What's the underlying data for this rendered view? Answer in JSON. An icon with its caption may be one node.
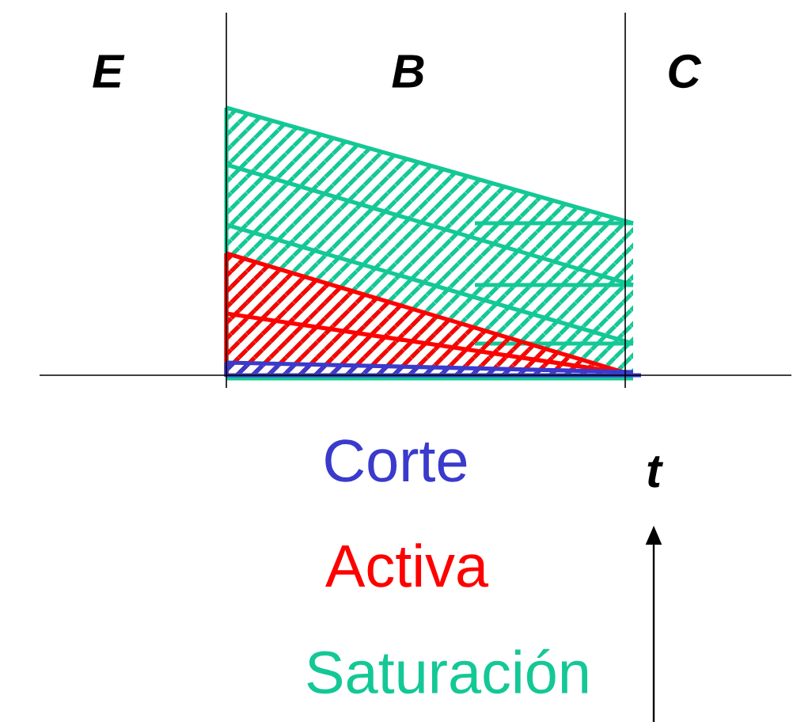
{
  "diagram": {
    "labels": [
      "E",
      "B",
      "C",
      "t"
    ],
    "legend": [
      {
        "text": "Corte",
        "color": "#3a3acc"
      },
      {
        "text": "Activa",
        "color": "#ff0000"
      },
      {
        "text": "Saturación",
        "color": "#14c896"
      }
    ]
  }
}
